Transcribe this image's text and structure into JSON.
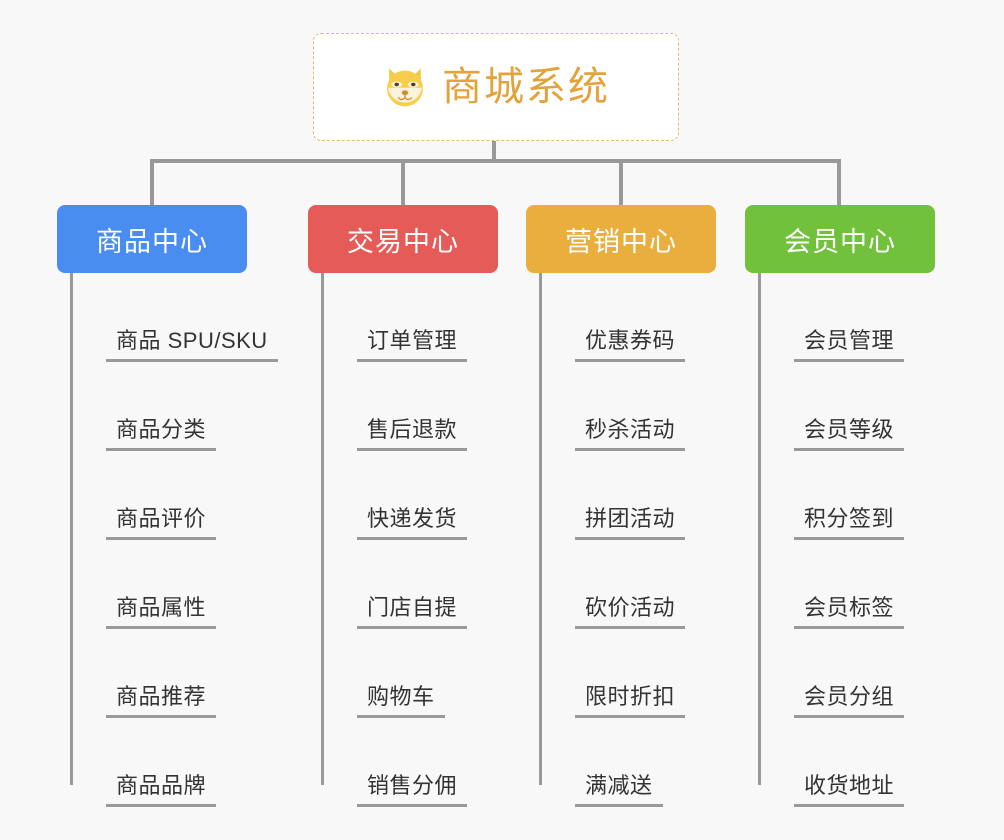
{
  "diagram": {
    "title": "商城系统",
    "root_icon": "shiba-dog-icon",
    "background_color": "#F8F8F8",
    "connector_color": "#999999",
    "root": {
      "label": "商城系统",
      "border_color": "#E8B96A",
      "text_color": "#E2A33C"
    },
    "branches": [
      {
        "label": "商品中心",
        "color": "#4A8DF0",
        "items": [
          "商品 SPU/SKU",
          "商品分类",
          "商品评价",
          "商品属性",
          "商品推荐",
          "商品品牌"
        ]
      },
      {
        "label": "交易中心",
        "color": "#E45B58",
        "items": [
          "订单管理",
          "售后退款",
          "快递发货",
          "门店自提",
          "购物车",
          "销售分佣"
        ]
      },
      {
        "label": "营销中心",
        "color": "#EAAE3E",
        "items": [
          "优惠券码",
          "秒杀活动",
          "拼团活动",
          "砍价活动",
          "限时折扣",
          "满减送"
        ]
      },
      {
        "label": "会员中心",
        "color": "#72C13D",
        "items": [
          "会员管理",
          "会员等级",
          "积分签到",
          "会员标签",
          "会员分组",
          "收货地址"
        ]
      }
    ]
  }
}
